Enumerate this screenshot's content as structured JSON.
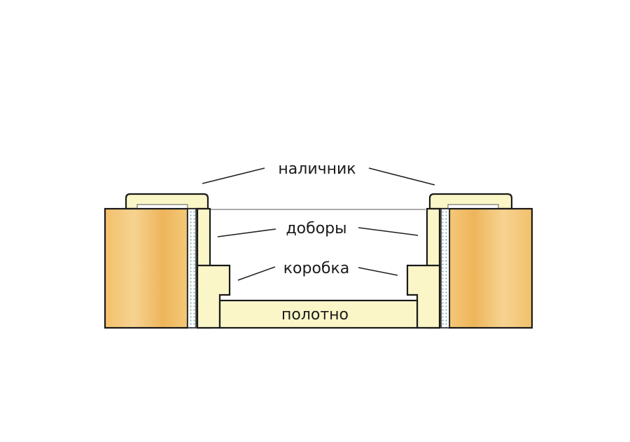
{
  "labels": {
    "casing": "наличник",
    "extensions": "доборы",
    "frame": "коробка",
    "leaf": "полотно"
  },
  "colors": {
    "wall_light": "#f6d391",
    "wall_dark": "#e8a437",
    "trim_fill": "#fbf6c8",
    "insulation_dots": "#7fb3b5",
    "outline": "#1a1a1a",
    "text": "#1a1a1a"
  }
}
